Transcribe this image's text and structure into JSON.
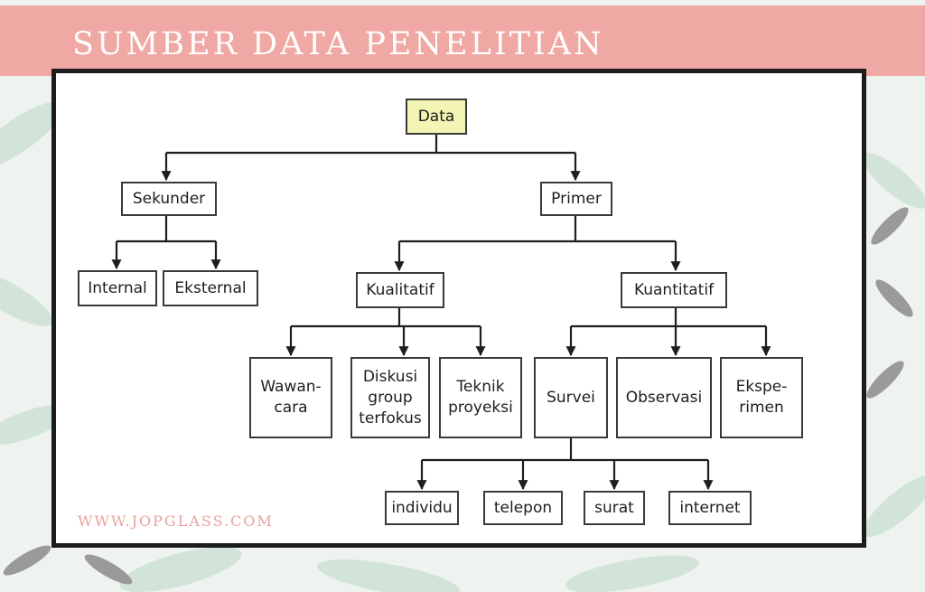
{
  "title": "SUMBER DATA PENELITIAN",
  "watermark": "WWW.JOPGLASS.COM",
  "diagram": {
    "root": "Data",
    "sekunder": {
      "label": "Sekunder",
      "children": [
        "Internal",
        "Eksternal"
      ]
    },
    "primer": {
      "label": "Primer",
      "kualitatif": {
        "label": "Kualitatif",
        "children": [
          "Wawan-\ncara",
          "Diskusi\ngroup\nterfokus",
          "Teknik\nproyeksi"
        ]
      },
      "kuantitatif": {
        "label": "Kuantitatif",
        "children": [
          "Survei",
          "Observasi",
          "Ekspe-\nrimen"
        ],
        "survei_children": [
          "individu",
          "telepon",
          "surat",
          "internet"
        ]
      }
    }
  },
  "colors": {
    "banner": "#efa8a3",
    "root_highlight": "#f3f5b4",
    "watermark": "#e8a39c"
  }
}
